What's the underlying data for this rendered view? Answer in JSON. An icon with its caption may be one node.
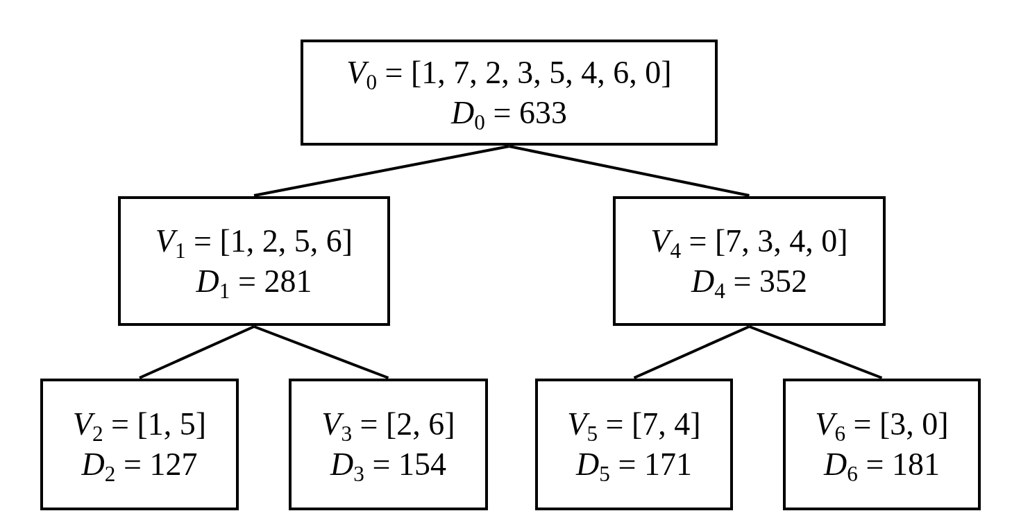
{
  "diagram": {
    "nodes": [
      {
        "text": [
          "*V*$_{0}$ = [1, 7, 2, 3, 5, 4, 6, 0]",
          "*D*$_{0}$ = 633"
        ]
      },
      {
        "text": [
          "*V*$_{1}$ = [1, 2, 5, 6]",
          "*D*$_{1}$ = 281"
        ]
      },
      {
        "text": [
          "*V*$_{4}$ = [7, 3, 4, 0]",
          "*D*$_{4}$ = 352"
        ]
      },
      {
        "text": [
          "*V*$_{2}$ = [1, 5]",
          "*D*$_{2}$ = 127"
        ]
      },
      {
        "text": [
          "*V*$_{3}$ = [2, 6]",
          "*D*$_{3}$ = 154"
        ]
      },
      {
        "text": [
          "*V*$_{5}$ = [7, 4]",
          "*D*$_{5}$ = 171"
        ]
      },
      {
        "text": [
          "*V*$_{6}$ = [3, 0]",
          "*D*$_{6}$ = 181"
        ]
      }
    ],
    "edges": [
      {
        "from": 0,
        "to": 1,
        "arrow": "none"
      },
      {
        "from": 0,
        "to": 2,
        "arrow": "none"
      },
      {
        "from": 1,
        "to": 3,
        "arrow": "none"
      },
      {
        "from": 1,
        "to": 4,
        "arrow": "none"
      },
      {
        "from": 2,
        "to": 5,
        "arrow": "none"
      },
      {
        "from": 2,
        "to": 6,
        "arrow": "none"
      }
    ]
  }
}
